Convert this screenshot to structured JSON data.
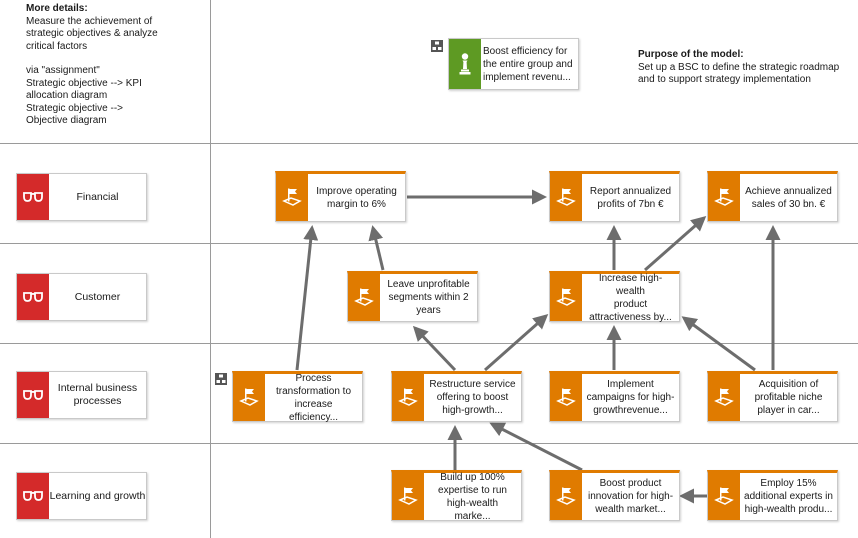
{
  "details": {
    "title": "More details:",
    "lines": [
      "Measure the achievement of",
      "strategic objectives & analyze",
      "critical factors",
      "",
      "via \"assignment\"",
      "Strategic objective --> KPI",
      "allocation diagram",
      "Strategic objective -->",
      "Objective diagram"
    ]
  },
  "purpose": {
    "title": "Purpose of the model:",
    "lines": [
      "Set up a BSC to define the strategic roadmap",
      "and to support strategy implementation"
    ]
  },
  "goal": {
    "lines": [
      "Boost efficiency for",
      "the entire group and",
      "implement revenu..."
    ],
    "icon": "chess-pawn-icon"
  },
  "perspectives": [
    {
      "id": "financial",
      "lines": [
        "Financial"
      ]
    },
    {
      "id": "customer",
      "lines": [
        "Customer"
      ]
    },
    {
      "id": "internal",
      "lines": [
        "Internal business",
        "processes"
      ]
    },
    {
      "id": "learning",
      "lines": [
        "Learning and growth"
      ]
    }
  ],
  "objectives": [
    {
      "id": "improve-margin",
      "lines": [
        "Improve operating",
        "margin to 6%"
      ]
    },
    {
      "id": "report-profits",
      "lines": [
        "Report annualized",
        "profits of 7bn €"
      ]
    },
    {
      "id": "achieve-sales",
      "lines": [
        "Achieve annualized",
        "sales of 30 bn. €"
      ]
    },
    {
      "id": "leave-segments",
      "lines": [
        "Leave unprofitable",
        "segments within 2",
        "years"
      ]
    },
    {
      "id": "increase-attractiveness",
      "lines": [
        "Increase high-wealth",
        "product",
        "attractiveness by..."
      ]
    },
    {
      "id": "process-transformation",
      "lines": [
        "Process",
        "transformation to",
        "increase efficiency..."
      ]
    },
    {
      "id": "restructure-service",
      "lines": [
        "Restructure service",
        "offering to boost",
        "high-growth..."
      ]
    },
    {
      "id": "implement-campaigns",
      "lines": [
        "Implement",
        "campaigns for high-",
        "growthrevenue..."
      ]
    },
    {
      "id": "acquisition",
      "lines": [
        "Acquisition of",
        "profitable niche",
        "player in car..."
      ]
    },
    {
      "id": "build-expertise",
      "lines": [
        "Build up 100%",
        "expertise to run",
        "high-wealth marke..."
      ]
    },
    {
      "id": "boost-innovation",
      "lines": [
        "Boost product",
        "innovation for high-",
        "wealth market..."
      ]
    },
    {
      "id": "employ-experts",
      "lines": [
        "Employ 15%",
        "additional experts in",
        "high-wealth produ..."
      ]
    }
  ],
  "colors": {
    "perspective_accent": "#d42a2a",
    "objective_accent": "#e07b00",
    "goal_accent": "#5e9a23",
    "arrow": "#6d6d6d"
  },
  "icons": {
    "perspective": "glasses-icon",
    "objective": "flag-map-icon",
    "assignment": "assignment-icon"
  }
}
